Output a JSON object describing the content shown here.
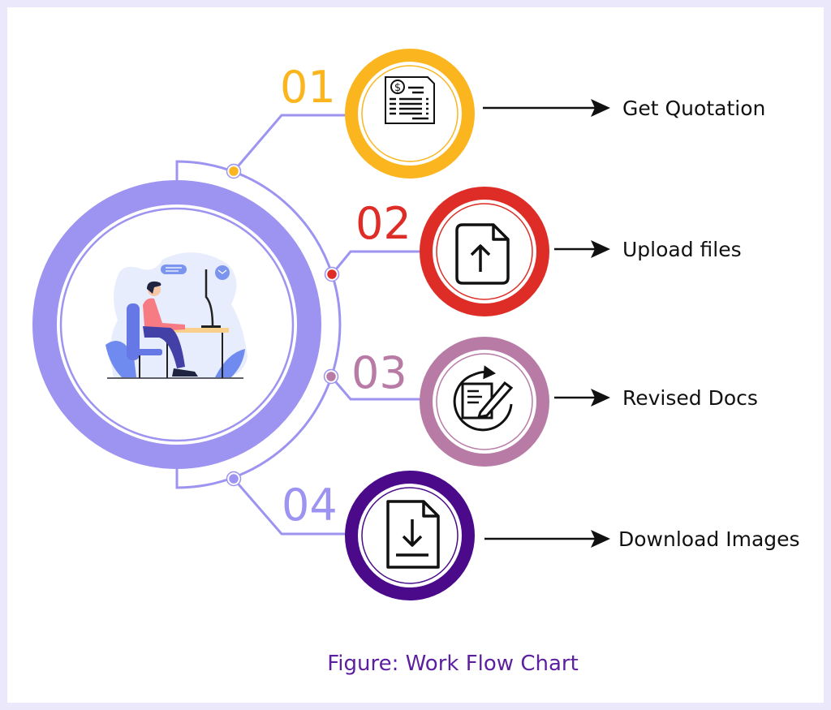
{
  "colors": {
    "frame": "#ebe8fb",
    "hub": "#9d93f0",
    "step1": "#fbb61f",
    "step2": "#de2d26",
    "step3": "#b87ba6",
    "step4": "#4a0a8a",
    "caption": "#5b1fa0"
  },
  "steps": [
    {
      "number": "01",
      "label": "Get Quotation",
      "icon": "invoice-dollar-icon"
    },
    {
      "number": "02",
      "label": "Upload files",
      "icon": "file-upload-icon"
    },
    {
      "number": "03",
      "label": "Revised Docs",
      "icon": "document-edit-refresh-icon"
    },
    {
      "number": "04",
      "label": "Download Images",
      "icon": "file-download-icon"
    }
  ],
  "hub_illustration": "person-at-computer-illustration",
  "caption": "Figure: Work Flow Chart"
}
